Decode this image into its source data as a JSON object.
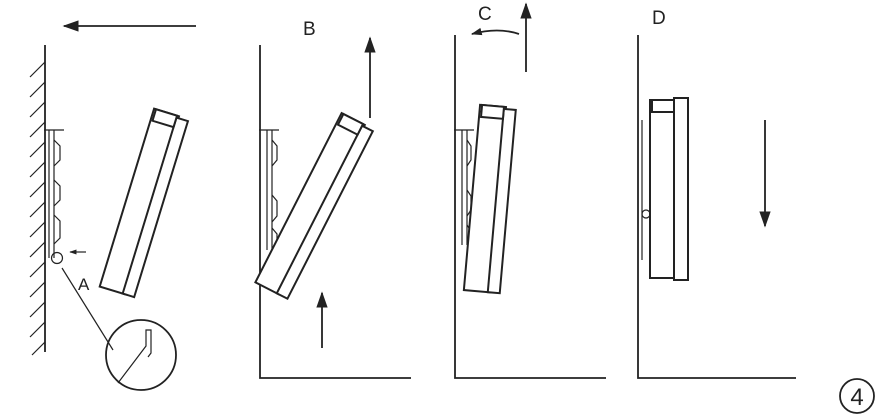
{
  "labels": {
    "step_b": "B",
    "step_c": "C",
    "step_d": "D",
    "detail_a": "A",
    "figure_number": "4"
  },
  "colors": {
    "ink": "#222222",
    "background": "#ffffff"
  },
  "icons": {
    "move_arrow": "arrow-icon",
    "rotate_arrow": "curved-arrow-icon"
  }
}
